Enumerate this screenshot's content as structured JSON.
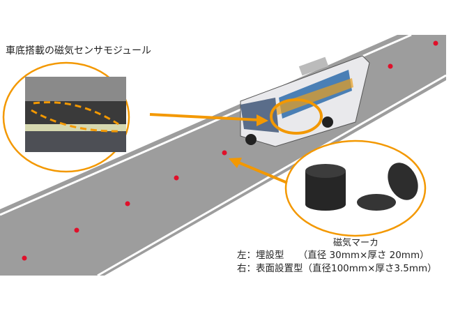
{
  "title": "車底搭載の磁気センサモジュール",
  "marker": {
    "heading": "磁気マーカ",
    "left": "左：埋設型　　（直径 30mm×厚さ 20mm）",
    "right": "右：表面設置型（直径100mm×厚さ3.5mm）"
  },
  "colors": {
    "accent": "#f39800",
    "road": "#9a9a9a",
    "marker_dot": "#e0102a"
  }
}
